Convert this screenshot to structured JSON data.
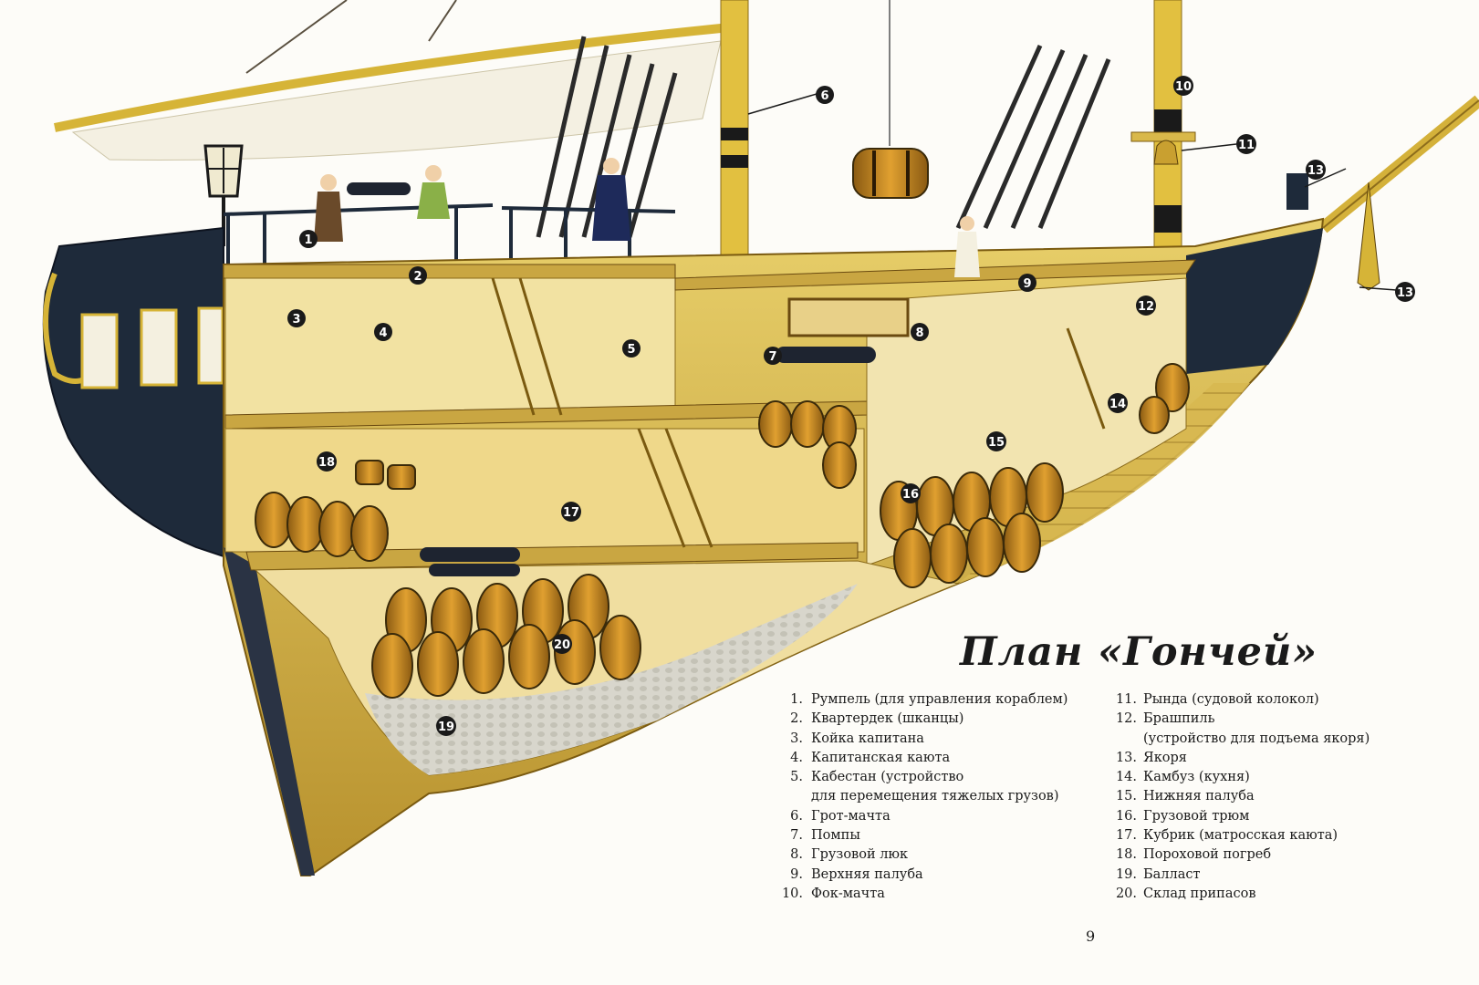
{
  "plan": {
    "title": "План «Гончей»",
    "page_number": "9"
  },
  "legend": {
    "items": [
      {
        "num": "1.",
        "label": "Румпель (для управления кораблем)",
        "label2": ""
      },
      {
        "num": "2.",
        "label": "Квартердек (шканцы)",
        "label2": ""
      },
      {
        "num": "3.",
        "label": "Койка капитана",
        "label2": ""
      },
      {
        "num": "4.",
        "label": "Капитанская каюта",
        "label2": ""
      },
      {
        "num": "5.",
        "label": "Кабестан (устройство",
        "label2": "для перемещения тяжелых грузов)"
      },
      {
        "num": "6.",
        "label": "Грот-мачта",
        "label2": ""
      },
      {
        "num": "7.",
        "label": "Помпы",
        "label2": ""
      },
      {
        "num": "8.",
        "label": "Грузовой люк",
        "label2": ""
      },
      {
        "num": "9.",
        "label": "Верхняя палуба",
        "label2": ""
      },
      {
        "num": "10.",
        "label": "Фок-мачта",
        "label2": ""
      },
      {
        "num": "11.",
        "label": "Рында (судовой колокол)",
        "label2": ""
      },
      {
        "num": "12.",
        "label": "Брашпиль",
        "label2": "(устройство для подъема якоря)"
      },
      {
        "num": "13.",
        "label": "Якоря",
        "label2": ""
      },
      {
        "num": "14.",
        "label": "Камбуз (кухня)",
        "label2": ""
      },
      {
        "num": "15.",
        "label": "Нижняя палуба",
        "label2": ""
      },
      {
        "num": "16.",
        "label": "Грузовой трюм",
        "label2": ""
      },
      {
        "num": "17.",
        "label": "Кубрик (матросская каюта)",
        "label2": ""
      },
      {
        "num": "18.",
        "label": "Пороховой погреб",
        "label2": ""
      },
      {
        "num": "19.",
        "label": "Балласт",
        "label2": ""
      },
      {
        "num": "20.",
        "label": "Склад припасов",
        "label2": ""
      }
    ]
  },
  "markers": [
    "1",
    "2",
    "3",
    "4",
    "5",
    "6",
    "7",
    "8",
    "9",
    "10",
    "11",
    "12",
    "13",
    "13",
    "14",
    "15",
    "16",
    "17",
    "18",
    "19",
    "20"
  ],
  "colors": {
    "hull_yellow": "#d9b84a",
    "hull_dark": "#1e2a3a",
    "wood_interior": "#efd88a",
    "barrel": "#c98a1e",
    "marker": "#1a1a1a"
  }
}
